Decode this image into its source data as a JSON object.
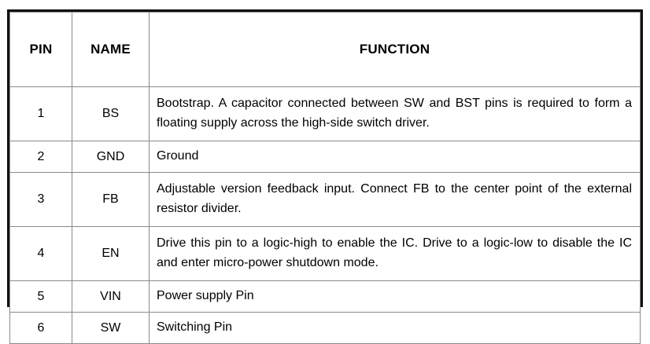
{
  "table": {
    "name": "pin-description-table",
    "columns": [
      {
        "key": "pin",
        "label": "PIN"
      },
      {
        "key": "name",
        "label": "NAME"
      },
      {
        "key": "func",
        "label": "FUNCTION"
      }
    ],
    "rows": [
      {
        "pin": "1",
        "name": "BS",
        "func": "Bootstrap. A capacitor connected between SW and BST pins is required to form a floating supply across the high-side switch driver."
      },
      {
        "pin": "2",
        "name": "GND",
        "func": "Ground"
      },
      {
        "pin": "3",
        "name": "FB",
        "func": "Adjustable version feedback input. Connect FB to the center point of the external resistor divider."
      },
      {
        "pin": "4",
        "name": "EN",
        "func": "Drive this pin to a logic-high to enable the IC. Drive to a logic-low to disable the IC and enter micro-power shutdown mode."
      },
      {
        "pin": "5",
        "name": "VIN",
        "func": "Power supply Pin"
      },
      {
        "pin": "6",
        "name": "SW",
        "func": "Switching Pin"
      }
    ]
  },
  "colors": {
    "page_background": "#ffffff",
    "text": "#000000",
    "outer_border": "#111111",
    "inner_border": "#8a8a8a"
  }
}
